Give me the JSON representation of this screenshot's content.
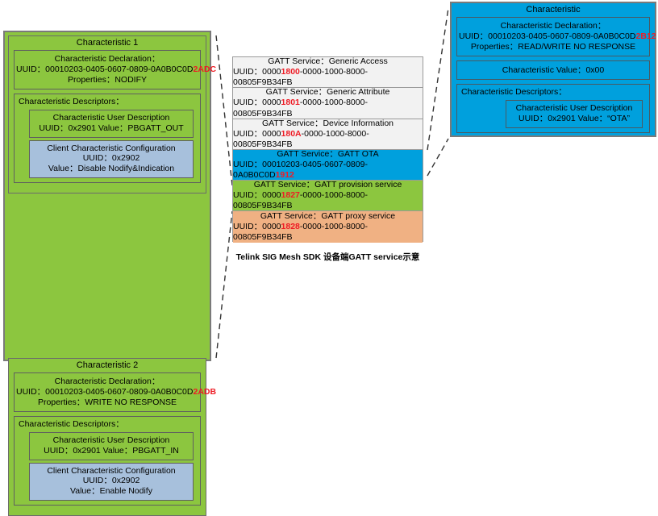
{
  "diagram": {
    "caption": "Telink SIG Mesh SDK 设备端GATT service示意",
    "colors": {
      "green": "#8CC63F",
      "blue": "#00A0DD",
      "orange": "#F0B183",
      "light_blue_descriptor": "#A7C0DC",
      "white_row": "#F2F2F2",
      "highlight_red": "#EE1C25",
      "border_gray": "#7A7A7A"
    }
  },
  "service_stack": {
    "rows": [
      {
        "name": "GATT Service：Generic Access",
        "uuid_prefix": "UUID：0000",
        "uuid_highlight": "1800",
        "uuid_suffix": "-0000-1000-8000-00805F9B34FB",
        "color": "white"
      },
      {
        "name": "GATT Service：Generic Attribute",
        "uuid_prefix": "UUID：0000",
        "uuid_highlight": "1801",
        "uuid_suffix": "-0000-1000-8000-00805F9B34FB",
        "color": "white"
      },
      {
        "name": "GATT Service：Device Information",
        "uuid_prefix": "UUID：0000",
        "uuid_highlight": "180A",
        "uuid_suffix": "-0000-1000-8000-00805F9B34FB",
        "color": "white"
      },
      {
        "name": "GATT Service：GATT OTA",
        "uuid_prefix": "UUID：00010203-0405-0607-0809-0A0B0C0D",
        "uuid_highlight": "1912",
        "uuid_suffix": "",
        "color": "blue"
      },
      {
        "name": "GATT Service：GATT provision service",
        "uuid_prefix": "UUID：0000",
        "uuid_highlight": "1827",
        "uuid_suffix": "-0000-1000-8000-00805F9B34FB",
        "color": "green"
      },
      {
        "name": "GATT Service：GATT proxy service",
        "uuid_prefix": "UUID：0000",
        "uuid_highlight": "1828",
        "uuid_suffix": "-0000-1000-8000-00805F9B34FB",
        "color": "orange"
      }
    ]
  },
  "left_panel": {
    "characteristic_1": {
      "title": "Characteristic 1",
      "declaration": {
        "heading": "Characteristic Declaration：",
        "uuid_prefix": "UUID：00010203-0405-0607-0809-0A0B0C0D",
        "uuid_highlight": "2ADC",
        "properties": "Properties：NODIFY"
      },
      "descriptors_label": "Characteristic Descriptors：",
      "user_description": {
        "title": "Characteristic User Description",
        "uuid_value": "UUID：0x2901 Value：PBGATT_OUT"
      },
      "client_config": {
        "title": "Client Characteristic Configuration",
        "uuid": "UUID：0x2902",
        "value": "Value：Disable Nodify&Indication"
      }
    },
    "characteristic_2": {
      "title": "Characteristic 2",
      "declaration": {
        "heading": "Characteristic Declaration：",
        "uuid_prefix": "UUID：00010203-0405-0607-0809-0A0B0C0D",
        "uuid_highlight": "2ADB",
        "properties": "Properties：WRITE NO RESPONSE"
      },
      "descriptors_label": "Characteristic Descriptors：",
      "user_description": {
        "title": "Characteristic User Description",
        "uuid_value": "UUID：0x2901 Value：PBGATT_IN"
      },
      "client_config": {
        "title": "Client Characteristic Configuration",
        "uuid": "UUID：0x2902",
        "value": "Value：Enable Nodify"
      }
    }
  },
  "right_panel": {
    "title": "Characteristic",
    "declaration": {
      "heading": "Characteristic Declaration：",
      "uuid_prefix": "UUID：00010203-0405-0607-0809-0A0B0C0D",
      "uuid_highlight": "2B12",
      "properties": "Properties：READ/WRITE NO RESPONSE"
    },
    "characteristic_value": "Characteristic Value：0x00",
    "descriptors_label": "Characteristic Descriptors：",
    "user_description": {
      "title": "Characteristic User Description",
      "uuid_value": "UUID：0x2901 Value：“OTA”"
    }
  }
}
